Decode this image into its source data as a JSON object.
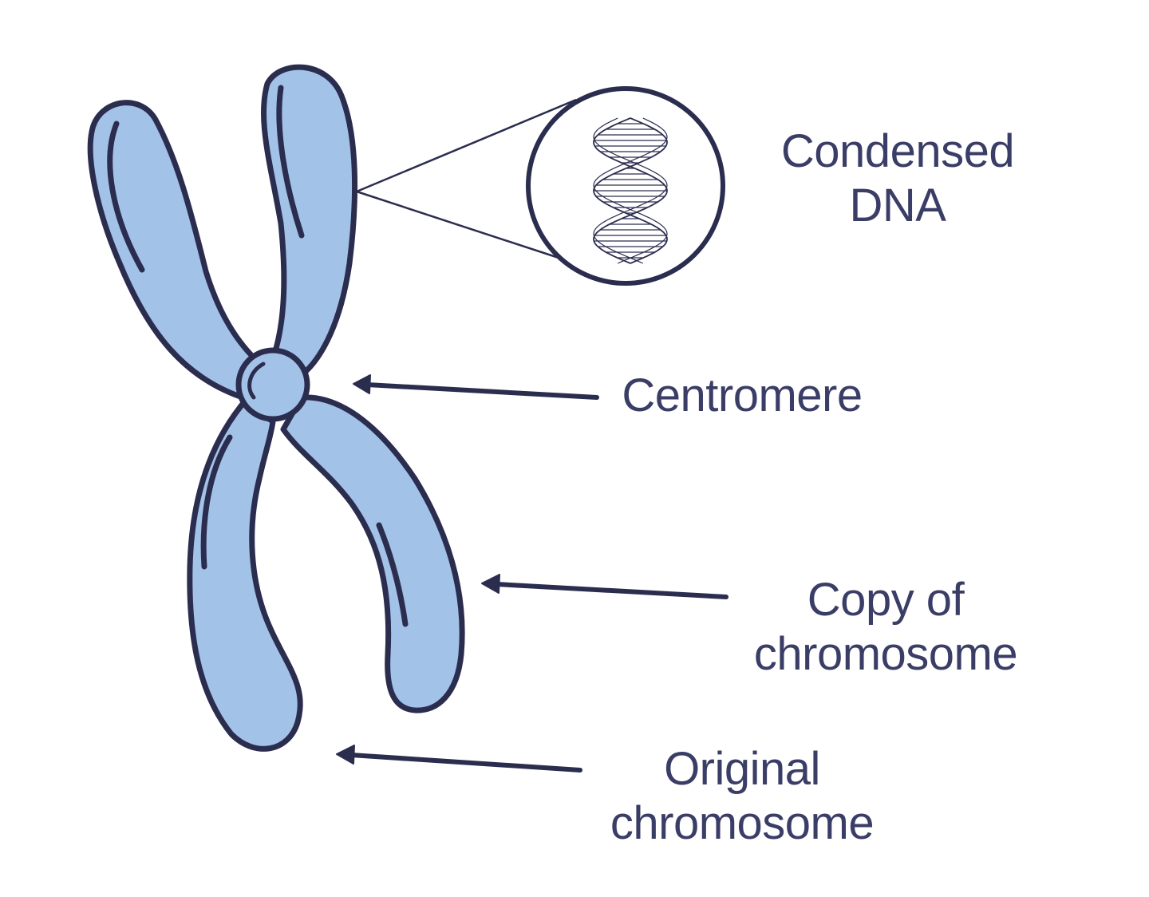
{
  "colors": {
    "outline": "#2b2d4f",
    "chromosome_fill": "#a3c2e8",
    "text": "#3a3d66",
    "background": "#ffffff"
  },
  "labels": {
    "condensed_dna": [
      "Condensed",
      "DNA"
    ],
    "centromere": [
      "Centromere"
    ],
    "copy_of_chromosome": [
      "Copy of",
      "chromosome"
    ],
    "original_chromosome": [
      "Original",
      "chromosome"
    ]
  },
  "icons": {
    "zoom_inset": "dna-double-helix-icon"
  }
}
